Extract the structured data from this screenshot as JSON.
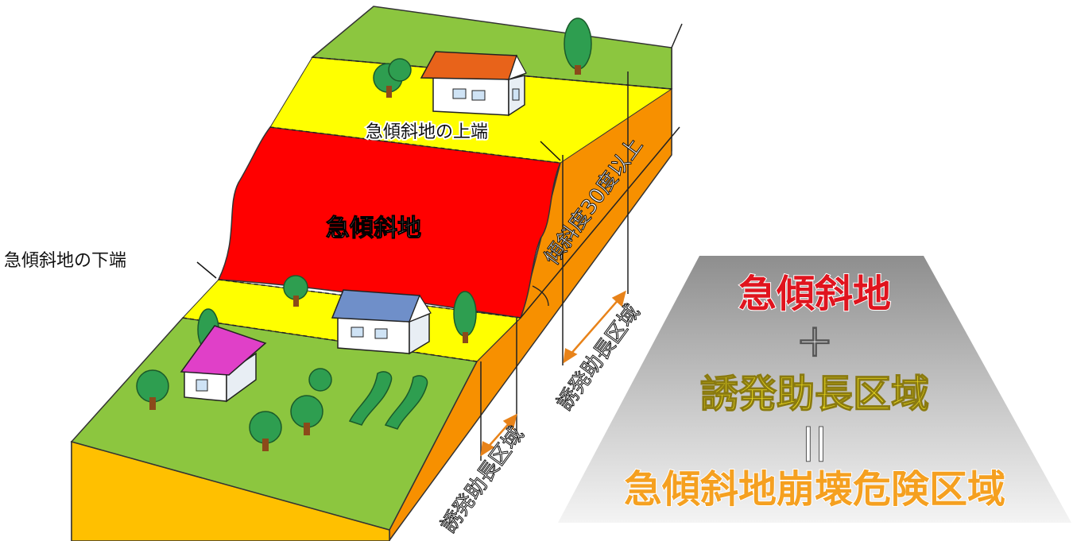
{
  "labels": {
    "steep_slope": "急傾斜地",
    "top_edge": "急傾斜地の上端",
    "bottom_edge": "急傾斜地の下端",
    "slope_angle": "傾斜度30度以上",
    "zone_upper": "誘発助長区域",
    "zone_lower": "誘発助長区域"
  },
  "formula": {
    "line1": "急傾斜地",
    "plus": "＋",
    "line2": "誘発助長区域",
    "equals": "||",
    "line3": "急傾斜地崩壊危険区域"
  },
  "colors": {
    "grass": "#8cc63f",
    "buffer_zone": "#ffff00",
    "steep_slope": "#ff0000",
    "block_side_light": "#ffc000",
    "block_side_dark": "#f79000",
    "roof_top": "#e8631a",
    "roof_middle": "#6f8fc9",
    "roof_left": "#e040c8",
    "tree": "#2e9e50",
    "formula_red": "#e0141e",
    "formula_yellow": "#f0e020",
    "formula_orange": "#f5a020"
  }
}
